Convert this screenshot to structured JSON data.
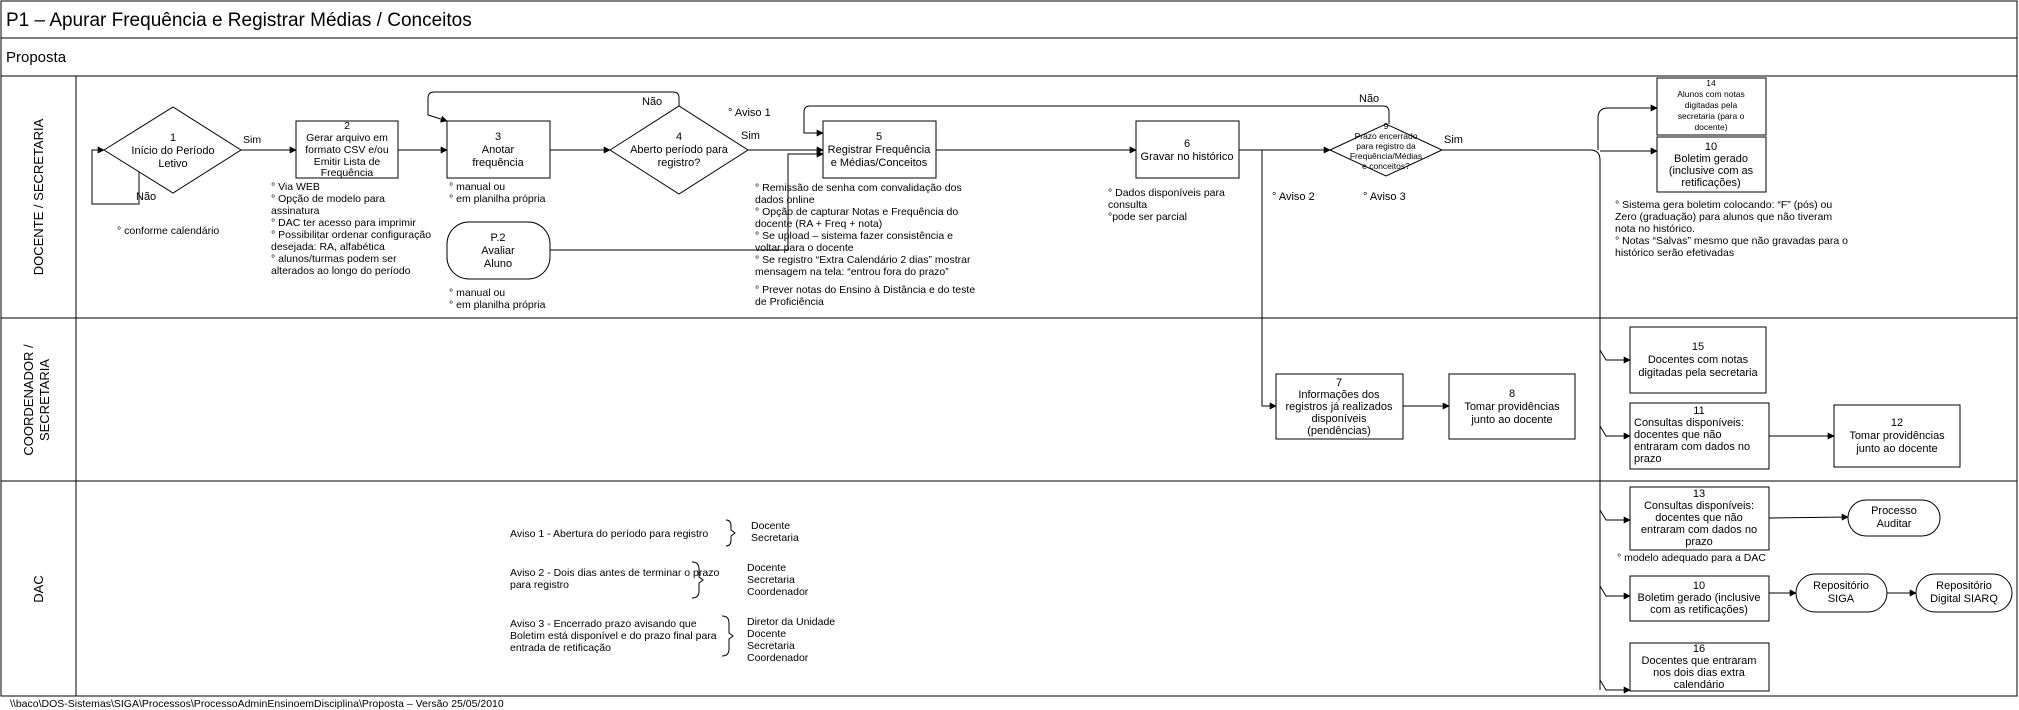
{
  "header": {
    "title": "P1 – Apurar Frequência e Registrar Médias / Conceitos",
    "subtitle": "Proposta"
  },
  "lanes": {
    "lane1": "DOCENTE / SECRETARIA",
    "lane2_line1": "COORDENADOR /",
    "lane2_line2": "SECRETARIA",
    "lane3": "DAC"
  },
  "nodes": {
    "n1": {
      "num": "1",
      "l1": "Início do Período",
      "l2": "Letivo"
    },
    "n2": {
      "num": "2",
      "l1": "Gerar arquivo em",
      "l2": "formato CSV e/ou",
      "l3": "Emitir Lista de",
      "l4": "Frequência"
    },
    "n3": {
      "num": "3",
      "l1": "Anotar",
      "l2": "frequência"
    },
    "p2": {
      "num": "P.2",
      "l1": "Avaliar",
      "l2": "Aluno"
    },
    "n4": {
      "num": "4",
      "l1": "Aberto período para",
      "l2": "registro?"
    },
    "n5": {
      "num": "5",
      "l1": "Registrar Frequência",
      "l2": "e Médias/Conceitos"
    },
    "n6": {
      "num": "6",
      "l1": "Gravar no histórico"
    },
    "n9": {
      "num": "9",
      "l1": "Prazo encerrado",
      "l2": "para registro da",
      "l3": "Frequência/Médias",
      "l4": "e conceitos?"
    },
    "n14": {
      "num": "14",
      "l1": "Alunos com notas",
      "l2": "digitadas pela",
      "l3": "secretaria (para o",
      "l4": "docente)"
    },
    "n10a": {
      "num": "10",
      "l1": "Boletim gerado",
      "l2": "(inclusive com as",
      "l3": "retificações)"
    },
    "n7": {
      "num": "7",
      "l1": "Informações dos",
      "l2": "registros já realizados",
      "l3": "disponíveis",
      "l4": "(pendências)"
    },
    "n8": {
      "num": "8",
      "l1": "Tomar providências",
      "l2": "junto ao docente"
    },
    "n15": {
      "num": "15",
      "l1": "Docentes com notas",
      "l2": "digitadas pela secretaria"
    },
    "n11": {
      "num": "11",
      "l1": "Consultas disponíveis:",
      "l2": "docentes que não",
      "l3": "entraram com dados  no",
      "l4": "prazo"
    },
    "n12": {
      "num": "12",
      "l1": "Tomar providências",
      "l2": "junto ao docente"
    },
    "n13": {
      "num": "13",
      "l1": "Consultas disponíveis:",
      "l2": "docentes que não",
      "l3": "entraram com dados no",
      "l4": "prazo"
    },
    "auditar": {
      "l1": "Processo",
      "l2": "Auditar"
    },
    "n10b": {
      "num": "10",
      "l1": "Boletim gerado (inclusive",
      "l2": "com as retificações)"
    },
    "siga": {
      "l1": "Repositório",
      "l2": "SIGA"
    },
    "siarq": {
      "l1": "Repositório",
      "l2": "Digital SIARQ"
    },
    "n16": {
      "num": "16",
      "l1": "Docentes que entraram",
      "l2": "nos dois dias extra",
      "l3": "calendário"
    }
  },
  "flow_labels": {
    "sim1": "Sim",
    "nao1": "Não",
    "nao4": "Não",
    "sim4": "Sim",
    "aviso1": "° Aviso 1",
    "nao9": "Não",
    "sim9": "Sim",
    "aviso2": "° Aviso 2",
    "aviso3": "° Aviso 3"
  },
  "notes": {
    "n1": [
      "° conforme calendário"
    ],
    "n2": [
      "° Via WEB",
      "° Opção de modelo para",
      "assinatura",
      "° DAC ter acesso para imprimir",
      "° Possibilitar ordenar configuração",
      "desejada: RA, alfabética",
      "° alunos/turmas podem ser",
      "alterados ao longo do período"
    ],
    "n3": [
      "° manual ou",
      "° em planilha própria"
    ],
    "p2": [
      "° manual ou",
      "° em planilha própria"
    ],
    "n5": [
      "° Remissão de senha com convalidação dos",
      "dados online",
      "° Opção de capturar Notas e Frequência do",
      "docente (RA + Freq + nota)",
      "° Se upload – sistema fazer consistência e",
      "voltar para o docente",
      "° Se registro “Extra Calendário 2 dias” mostrar",
      "mensagem na tela: “entrou fora do prazo”",
      "° Prever notas do Ensino à Distância e do teste",
      "de Proficiência"
    ],
    "n6": [
      "° Dados disponíveis para",
      "consulta",
      "°pode ser parcial"
    ],
    "n10": [
      "° Sistema gera boletim colocando: “F” (pós) ou",
      "Zero (graduação) para alunos que não tiveram",
      "nota no histórico.",
      "° Notas “Salvas” mesmo que não gravadas para o",
      "histórico serão efetivadas"
    ],
    "n13": [
      "° modelo adequado para a DAC"
    ]
  },
  "avisos": {
    "a1": {
      "text": [
        "Aviso 1 - Abertura do período para registro"
      ],
      "recipients": [
        "Docente",
        "Secretaria"
      ]
    },
    "a2": {
      "text": [
        "Aviso 2 - Dois dias antes de terminar o prazo",
        "para registro"
      ],
      "recipients": [
        "Docente",
        "Secretaria",
        "Coordenador"
      ]
    },
    "a3": {
      "text": [
        "Aviso 3 - Encerrado prazo avisando que",
        "Boletim está disponível  e do prazo final para",
        "entrada de retificação"
      ],
      "recipients": [
        "Diretor da Unidade",
        "Docente",
        "Secretaria",
        "Coordenador"
      ]
    }
  },
  "footer": "\\\\baco\\DOS-Sistemas\\SIGA\\Processos\\ProcessoAdminEnsinoemDisciplina\\Proposta – Versão 25/05/2010"
}
